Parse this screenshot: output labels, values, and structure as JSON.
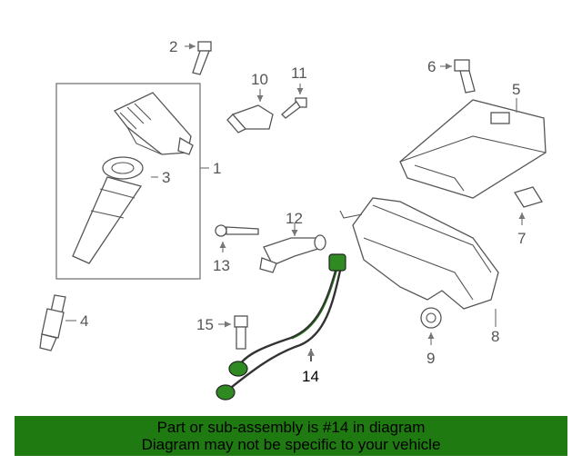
{
  "callouts": {
    "c1": "1",
    "c2": "2",
    "c3": "3",
    "c4": "4",
    "c5": "5",
    "c6": "6",
    "c7": "7",
    "c8": "8",
    "c9": "9",
    "c10": "10",
    "c11": "11",
    "c12": "12",
    "c13": "13",
    "c14": "14",
    "c15": "15"
  },
  "highlight_color": "#1f7a12",
  "highlighted_part": "14",
  "footer": {
    "line1": "Part or sub-assembly is #14 in diagram",
    "line2": "Diagram may not be specific to your vehicle"
  }
}
